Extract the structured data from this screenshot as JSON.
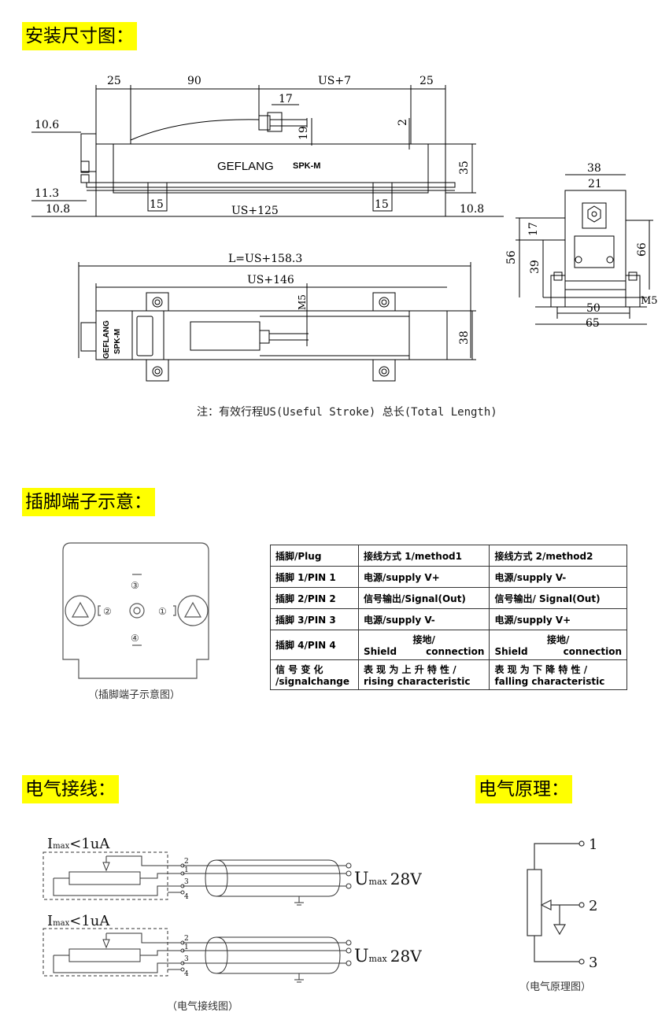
{
  "sections": {
    "dimensions": "安装尺寸图：",
    "pins": "插脚端子示意：",
    "wiring": "电气接线：",
    "principle": "电气原理："
  },
  "drawing": {
    "top_dims": [
      "25",
      "90",
      "US+7",
      "25"
    ],
    "d17": "17",
    "d19": "19",
    "d2": "2",
    "d35": "35",
    "d106": "10.6",
    "d113": "11.3",
    "d108_left": "10.8",
    "d108_right": "10.8",
    "d15_left": "15",
    "d15_right": "15",
    "us125": "US+125",
    "brand": "GEFLANG",
    "model": "SPK-M",
    "total_length": "L=US+158.3",
    "us146": "US+146",
    "m5_top": "M5",
    "d38_side": "38",
    "side_brand": "GEFLANG",
    "side_model": "SPK-M",
    "end_38": "38",
    "end_21": "21",
    "end_17": "17",
    "end_56": "56",
    "end_39": "39",
    "end_66": "66",
    "end_50": "50",
    "end_65": "65",
    "end_m5": "M5"
  },
  "note": "注：有效行程US(Useful Stroke) 总长(Total Length)",
  "pin_diagram": {
    "pin1": "①",
    "pin2": "②",
    "pin3": "③",
    "pin4": "④",
    "caption": "（插脚端子示意图）"
  },
  "pin_table": {
    "header": [
      "插脚/Plug",
      "接线方式 1/method1",
      "接线方式 2/method2"
    ],
    "rows": [
      [
        "插脚 1/PIN 1",
        "电源/supply    V+",
        "电源/supply    V-"
      ],
      [
        "插脚 2/PIN 2",
        "信号输出/Signal(Out)",
        "信号输出/ Signal(Out)"
      ],
      [
        "插脚 3/PIN 3",
        "电源/supply    V-",
        "电源/supply    V+"
      ]
    ],
    "row4": {
      "label": "插脚 4/PIN 4",
      "m1_top": "接地/",
      "m1_left": "Shield",
      "m1_right": "connection",
      "m2_top": "接地/",
      "m2_left": "Shield",
      "m2_right": "connection"
    },
    "row5": {
      "label_top": "信 号 变 化",
      "label_bottom": "/signalchange",
      "m1_top": "表 现 为 上 升 特 性 /",
      "m1_bottom": "rising characteristic",
      "m2_top": "表 现 为 下 降 特 性 /",
      "m2_bottom": "falling characteristic"
    }
  },
  "wiring": {
    "imax_label": "I",
    "imax_sub": "max",
    "imax_value": "<1uA",
    "umax_label": "U",
    "umax_sub": "max",
    "umax_value": "28V",
    "terminals": [
      "2",
      "1",
      "3",
      "4"
    ],
    "caption": "（电气接线图）"
  },
  "principle": {
    "terminals": [
      "1",
      "2",
      "3"
    ],
    "caption": "（电气原理图）"
  }
}
